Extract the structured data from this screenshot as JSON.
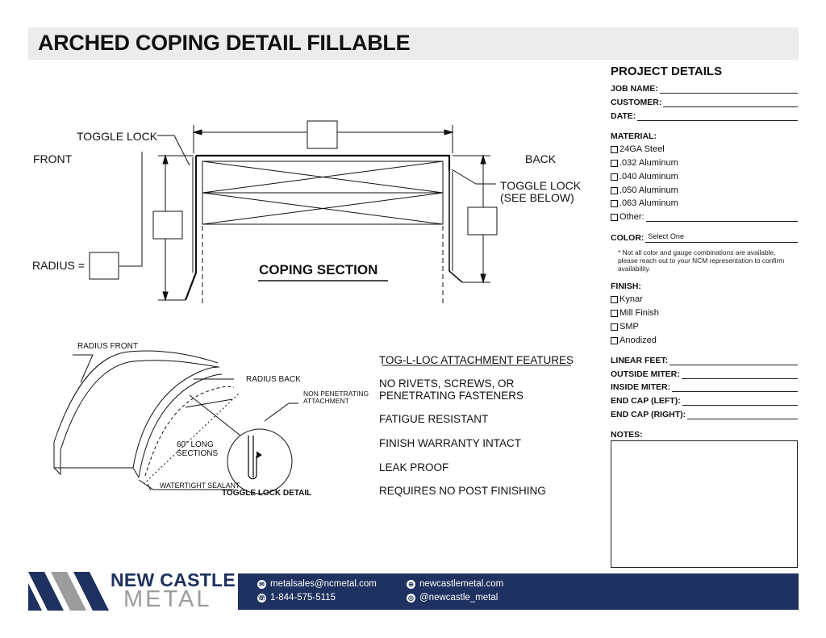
{
  "title": "ARCHED COPING DETAIL FILLABLE",
  "drawing": {
    "toggle_lock": "TOGGLE LOCK",
    "front": "FRONT",
    "back": "BACK",
    "toggle_lock_right": "TOGGLE LOCK",
    "see_below": "(SEE BELOW)",
    "radius_label": "RADIUS =",
    "coping_section": "COPING SECTION",
    "radius_front": "RADIUS FRONT",
    "radius_back": "RADIUS BACK",
    "non_penetrating": "NON PENETRATING",
    "attachment": "ATTACHMENT",
    "long_sections_1": "60\" LONG",
    "long_sections_2": "SECTIONS",
    "watertight": "WATERTIGHT SEALANT",
    "toggle_detail": "TOGGLE LOCK DETAIL"
  },
  "features": {
    "heading": "TOG-L-LOC ATTACHMENT FEATURES",
    "items": [
      "NO RIVETS, SCREWS, OR",
      "PENETRATING FASTENERS",
      "FATIGUE RESISTANT",
      "FINISH WARRANTY INTACT",
      "LEAK PROOF",
      "REQUIRES NO POST FINISHING"
    ]
  },
  "project": {
    "title": "PROJECT DETAILS",
    "job_name": "JOB NAME:",
    "customer": "CUSTOMER:",
    "date": "DATE:",
    "material_label": "MATERIAL:",
    "materials": [
      "24GA Steel",
      ".032 Aluminum",
      ".040 Aluminum",
      ".050 Aluminum",
      ".063 Aluminum",
      "Other:"
    ],
    "color_label": "COLOR:",
    "color_value": "Select One",
    "note": "* Not all color and gauge combinations are available, please reach out to your NCM representation to confirm availability.",
    "finish_label": "FINISH:",
    "finishes": [
      "Kynar",
      "Mill Finish",
      "SMP",
      "Anodized"
    ],
    "linear_feet": "LINEAR FEET:",
    "outside_miter": "OUTSIDE MITER:",
    "inside_miter": "INSIDE MITER:",
    "end_cap_left": "END CAP (LEFT):",
    "end_cap_right": "END CAP (RIGHT):",
    "notes": "NOTES:"
  },
  "brand": {
    "line1": "NEW CASTLE",
    "line2": "METAL",
    "navy": "#1e3160",
    "gray": "#9c9c9c"
  },
  "footer": {
    "email": "metalsales@ncmetal.com",
    "phone": "1-844-575-5115",
    "web": "newcastlemetal.com",
    "social": "@newcastle_metal"
  }
}
